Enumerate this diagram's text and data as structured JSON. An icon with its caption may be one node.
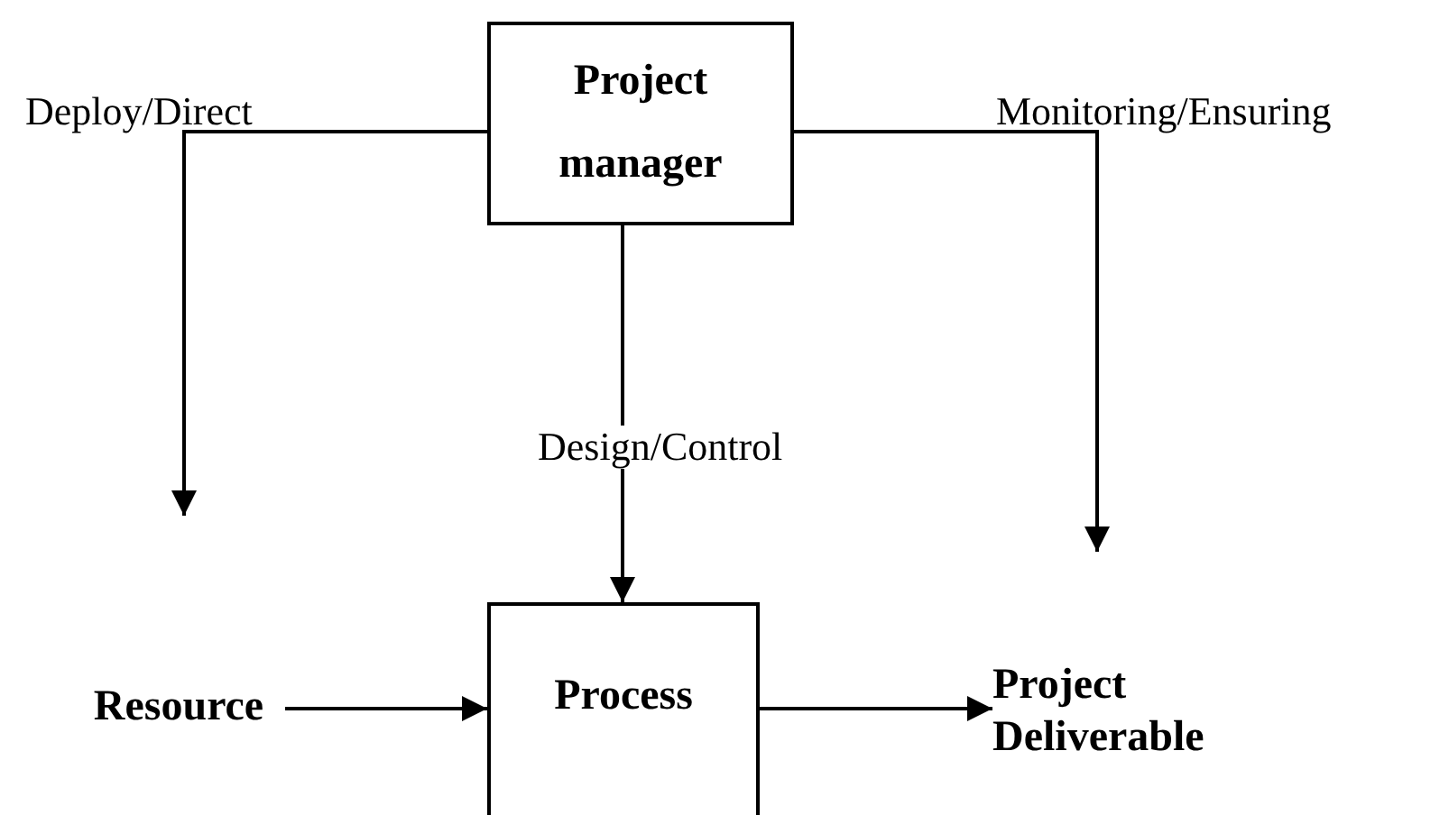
{
  "diagram": {
    "nodes": [
      {
        "text": [
          "Project manager"
        ]
      },
      {
        "text": [
          "Resource"
        ]
      },
      {
        "text": [
          "Process"
        ]
      },
      {
        "text": [
          "Project Deliverable"
        ]
      }
    ],
    "edges": [
      {
        "from": 0,
        "to": null,
        "arrow": "to",
        "label": "Deploy/Direct"
      },
      {
        "from": 0,
        "to": 2,
        "arrow": "to",
        "label": "Design/Control"
      },
      {
        "from": 0,
        "to": null,
        "arrow": "to",
        "label": "Monitoring/Ensuring"
      },
      {
        "from": 1,
        "to": 2,
        "arrow": "to"
      },
      {
        "from": 2,
        "to": 3,
        "arrow": "to"
      }
    ]
  }
}
